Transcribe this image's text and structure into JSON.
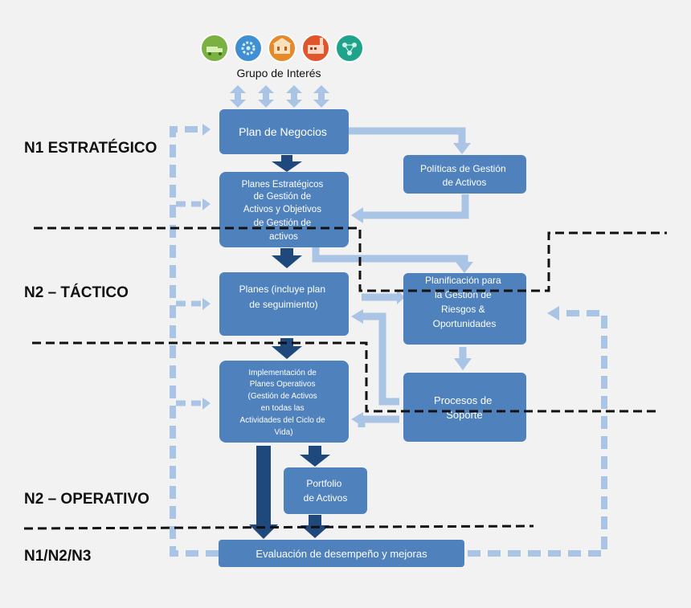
{
  "colors": {
    "background": "#f2f2f2",
    "box": "#4f81bd",
    "dark_arrow": "#1f497d",
    "light_arrow": "#a9c4e4",
    "dashed_line": "#111111",
    "text_on_box": "#ffffff"
  },
  "stakeholders": {
    "label": "Grupo de Interés",
    "icons": [
      {
        "name": "recycling-truck-icon",
        "color": "#7bb043"
      },
      {
        "name": "gear-network-icon",
        "color": "#3f8fd2"
      },
      {
        "name": "building-icon",
        "color": "#e58a2b"
      },
      {
        "name": "factory-icon",
        "color": "#e0562a"
      },
      {
        "name": "people-network-icon",
        "color": "#1fa38a"
      }
    ]
  },
  "levels": {
    "strategic": "N1 ESTRATÉGICO",
    "tactical": "N2 – TÁCTICO",
    "operational": "N2 – OPERATIVO",
    "evaluation": "N1/N2/N3"
  },
  "boxes": {
    "plan_negocios": [
      "Plan de Negocios"
    ],
    "politicas": [
      "Políticas de Gestión",
      "de Activos"
    ],
    "planes_estrategicos": [
      "Planes Estratégicos",
      "de Gestión de",
      "Activos y Objetivos",
      "de Gestión de",
      "activos"
    ],
    "planes": [
      "Planes (incluye plan",
      "de seguimiento)"
    ],
    "planificacion": [
      "Planificación para",
      "la Gestión de",
      "Riesgos &",
      "Oportunidades"
    ],
    "implementacion": [
      "Implementación de",
      "Planes Operativos",
      "(Gestión de Activos",
      "en todas las",
      "Actividades del Ciclo de",
      "Vida)"
    ],
    "procesos": [
      "Procesos de",
      "Soporte"
    ],
    "portfolio": [
      "Portfolio",
      "de Activos"
    ],
    "evaluacion": [
      "Evaluación de desempeño y mejoras"
    ]
  }
}
